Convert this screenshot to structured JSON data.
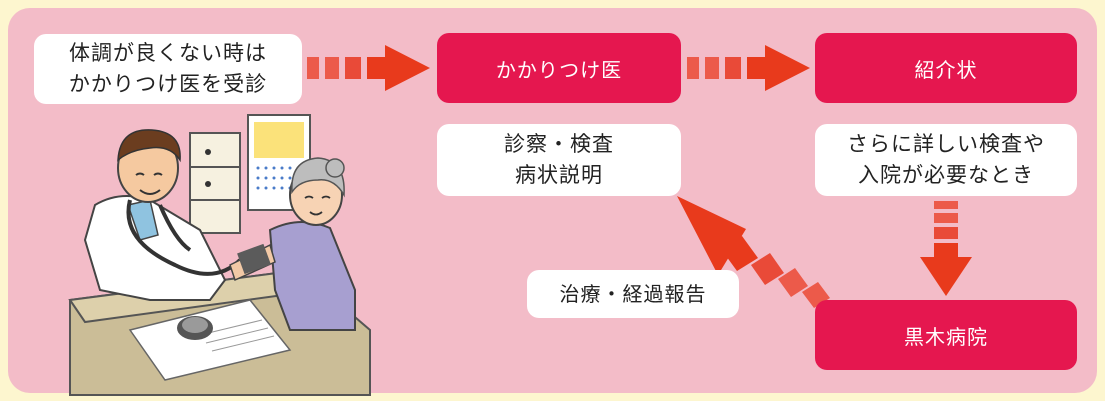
{
  "boxes": {
    "intro_line1": "体調が良くない時は",
    "intro_line2": "かかりつけ医を受診",
    "family_doctor": "かかりつけ医",
    "referral_letter": "紹介状",
    "exam_line1": "診察・検査",
    "exam_line2": "病状説明",
    "further_line1": "さらに詳しい検査や",
    "further_line2": "入院が必要なとき",
    "hospital": "黒木病院",
    "report": "治療・経過報告"
  },
  "colors": {
    "background": "#fdf6cf",
    "panel": "#f3bcc8",
    "accent": "#e5174f",
    "arrow_tip": "#e83a1c",
    "arrow_dash": "#ec5a4a"
  },
  "illustration": "doctor-examining-elderly-patient"
}
